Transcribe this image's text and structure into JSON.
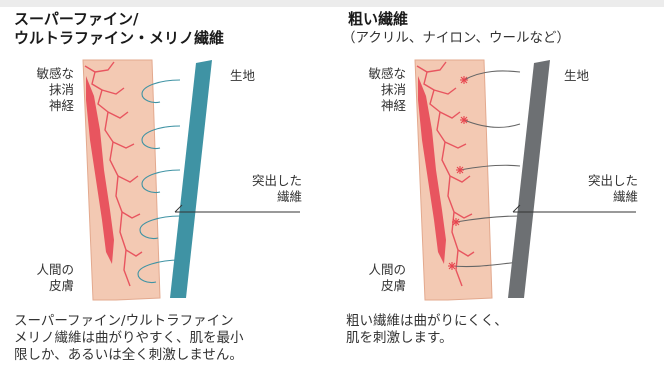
{
  "colors": {
    "skin": "#f3c9b3",
    "skin_edge": "#e3a98e",
    "nerve": "#e8555f",
    "smooth_fiber": "#3f93a4",
    "coarse_fiber": "#6d7073",
    "loop": "#3f93a4",
    "coarse_line": "#666666",
    "contact": "#e8454f"
  },
  "left": {
    "title_line1": "スーパーファイン/",
    "title_line2": "ウルトラファイン・メリノ繊維",
    "label_nerve": [
      "敏感な",
      "抹消",
      "神経"
    ],
    "label_fabric": "生地",
    "label_fiber": [
      "突出した",
      "繊維"
    ],
    "label_skin": [
      "人間の",
      "皮膚"
    ],
    "caption": [
      "スーパーファイン/ウルトラファイン",
      "メリノ繊維は曲がりやすく、肌を最小",
      "限しか、あるいは全く刺激しません。"
    ],
    "fabric_icon": "teal-fabric-bar",
    "fiber_icon": "curled-fiber-loop"
  },
  "right": {
    "title": "粗い繊維",
    "subtitle": "（アクリル、ナイロン、ウールなど）",
    "label_nerve": [
      "敏感な",
      "抹消",
      "神経"
    ],
    "label_fabric": "生地",
    "label_fiber": [
      "突出した",
      "繊維"
    ],
    "label_skin": [
      "人間の",
      "皮膚"
    ],
    "caption": [
      "粗い繊維は曲がりにくく、",
      "肌を刺激します。"
    ],
    "fabric_icon": "gray-fabric-bar",
    "fiber_icon": "stiff-fiber-line",
    "contact_icon": "irritation-burst"
  }
}
